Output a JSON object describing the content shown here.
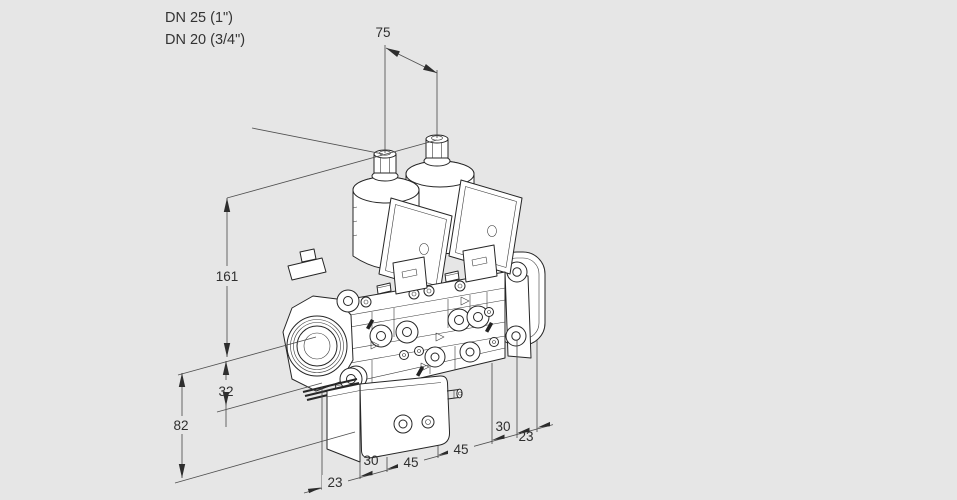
{
  "drawing_title": {
    "line1": "DN 25 (1\")",
    "line2": "DN 20 (3/4\")"
  },
  "dimensions": {
    "stem_spacing": "75",
    "center_to_top": "161",
    "center_to_flange_bottom": "32",
    "flange_bottom_to_base": "82",
    "chain": [
      "23",
      "30",
      "45",
      "45",
      "30",
      "23"
    ]
  },
  "colors": {
    "background": "#e6e6e6",
    "artwork_line": "#262626",
    "dimension_line": "#4f4f4f",
    "text": "#323232",
    "fill": "#ffffff"
  }
}
